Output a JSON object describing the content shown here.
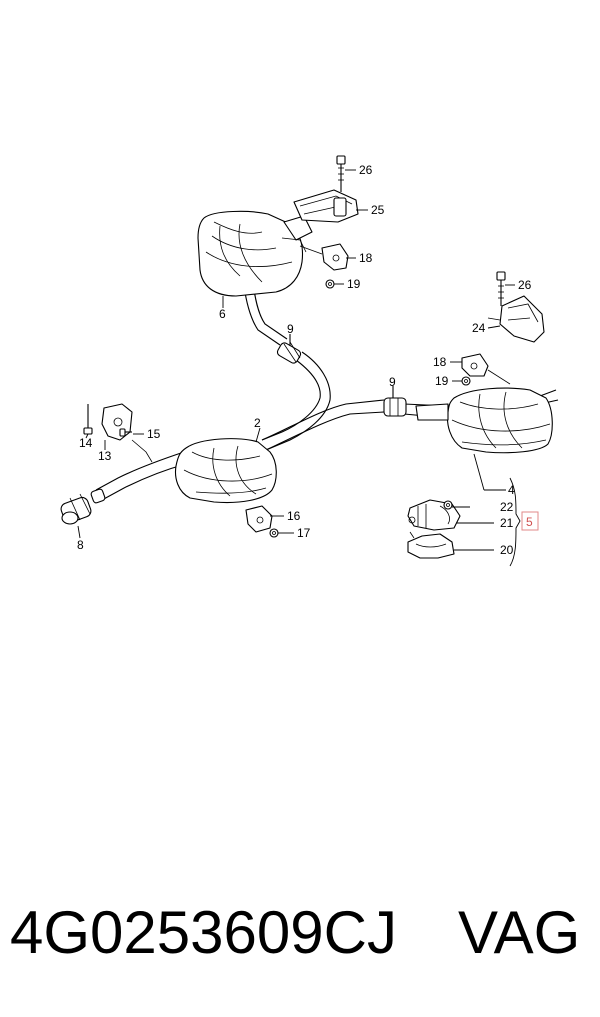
{
  "callouts": {
    "c2": "2",
    "c4": "4",
    "c5": "5",
    "c6": "6",
    "c8": "8",
    "c9a": "9",
    "c9b": "9",
    "c13": "13",
    "c14": "14",
    "c15": "15",
    "c16": "16",
    "c17": "17",
    "c18a": "18",
    "c18b": "18",
    "c19a": "19",
    "c19b": "19",
    "c20": "20",
    "c21": "21",
    "c22": "22",
    "c24": "24",
    "c25": "25",
    "c26a": "26",
    "c26b": "26"
  },
  "highlight_color": "#e08a8a",
  "footer": {
    "part_number": "4G0253609CJ",
    "brand": "VAG"
  }
}
